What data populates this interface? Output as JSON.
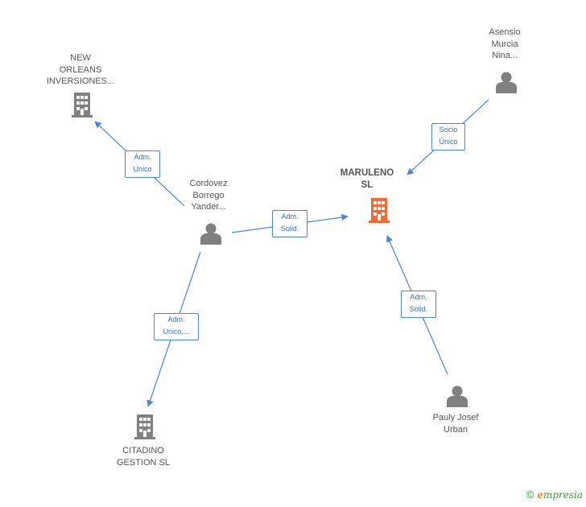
{
  "colors": {
    "edge": "#4a86d4",
    "company": "#808080",
    "focus_company": "#f26a3a",
    "person": "#808080"
  },
  "nodes": [
    {
      "id": "new_orleans",
      "kind": "company",
      "icon": "building-icon",
      "label": "NEW\nORLEANS\nINVERSIONES..."
    },
    {
      "id": "asensio",
      "kind": "person",
      "icon": "person-icon",
      "label": "Asensio\nMurcia\nNina..."
    },
    {
      "id": "maruleno",
      "kind": "focus",
      "icon": "building-icon",
      "label": "MARULENO\nSL"
    },
    {
      "id": "cordovez",
      "kind": "person",
      "icon": "person-icon",
      "label": "Cordovez\nBorrego\nYander..."
    },
    {
      "id": "citadino",
      "kind": "company",
      "icon": "building-icon",
      "label": "CITADINO\nGESTION SL"
    },
    {
      "id": "pauly",
      "kind": "person",
      "icon": "person-icon",
      "label": "Pauly Josef\nUrban"
    }
  ],
  "edges": [
    {
      "id": "e1",
      "from": "cordovez",
      "to": "new_orleans",
      "label": "Adm.\nUnico"
    },
    {
      "id": "e2",
      "from": "asensio",
      "to": "maruleno",
      "label": "Socio\nÚnico"
    },
    {
      "id": "e3",
      "from": "cordovez",
      "to": "maruleno",
      "label": "Adm.\nSolid."
    },
    {
      "id": "e4",
      "from": "cordovez",
      "to": "citadino",
      "label": "Adm.\nUnico,..."
    },
    {
      "id": "e5",
      "from": "pauly",
      "to": "maruleno",
      "label": "Adm.\nSolid."
    }
  ],
  "footer": {
    "copyright": "©",
    "brand_first": "e",
    "brand_rest": "mpresia"
  }
}
